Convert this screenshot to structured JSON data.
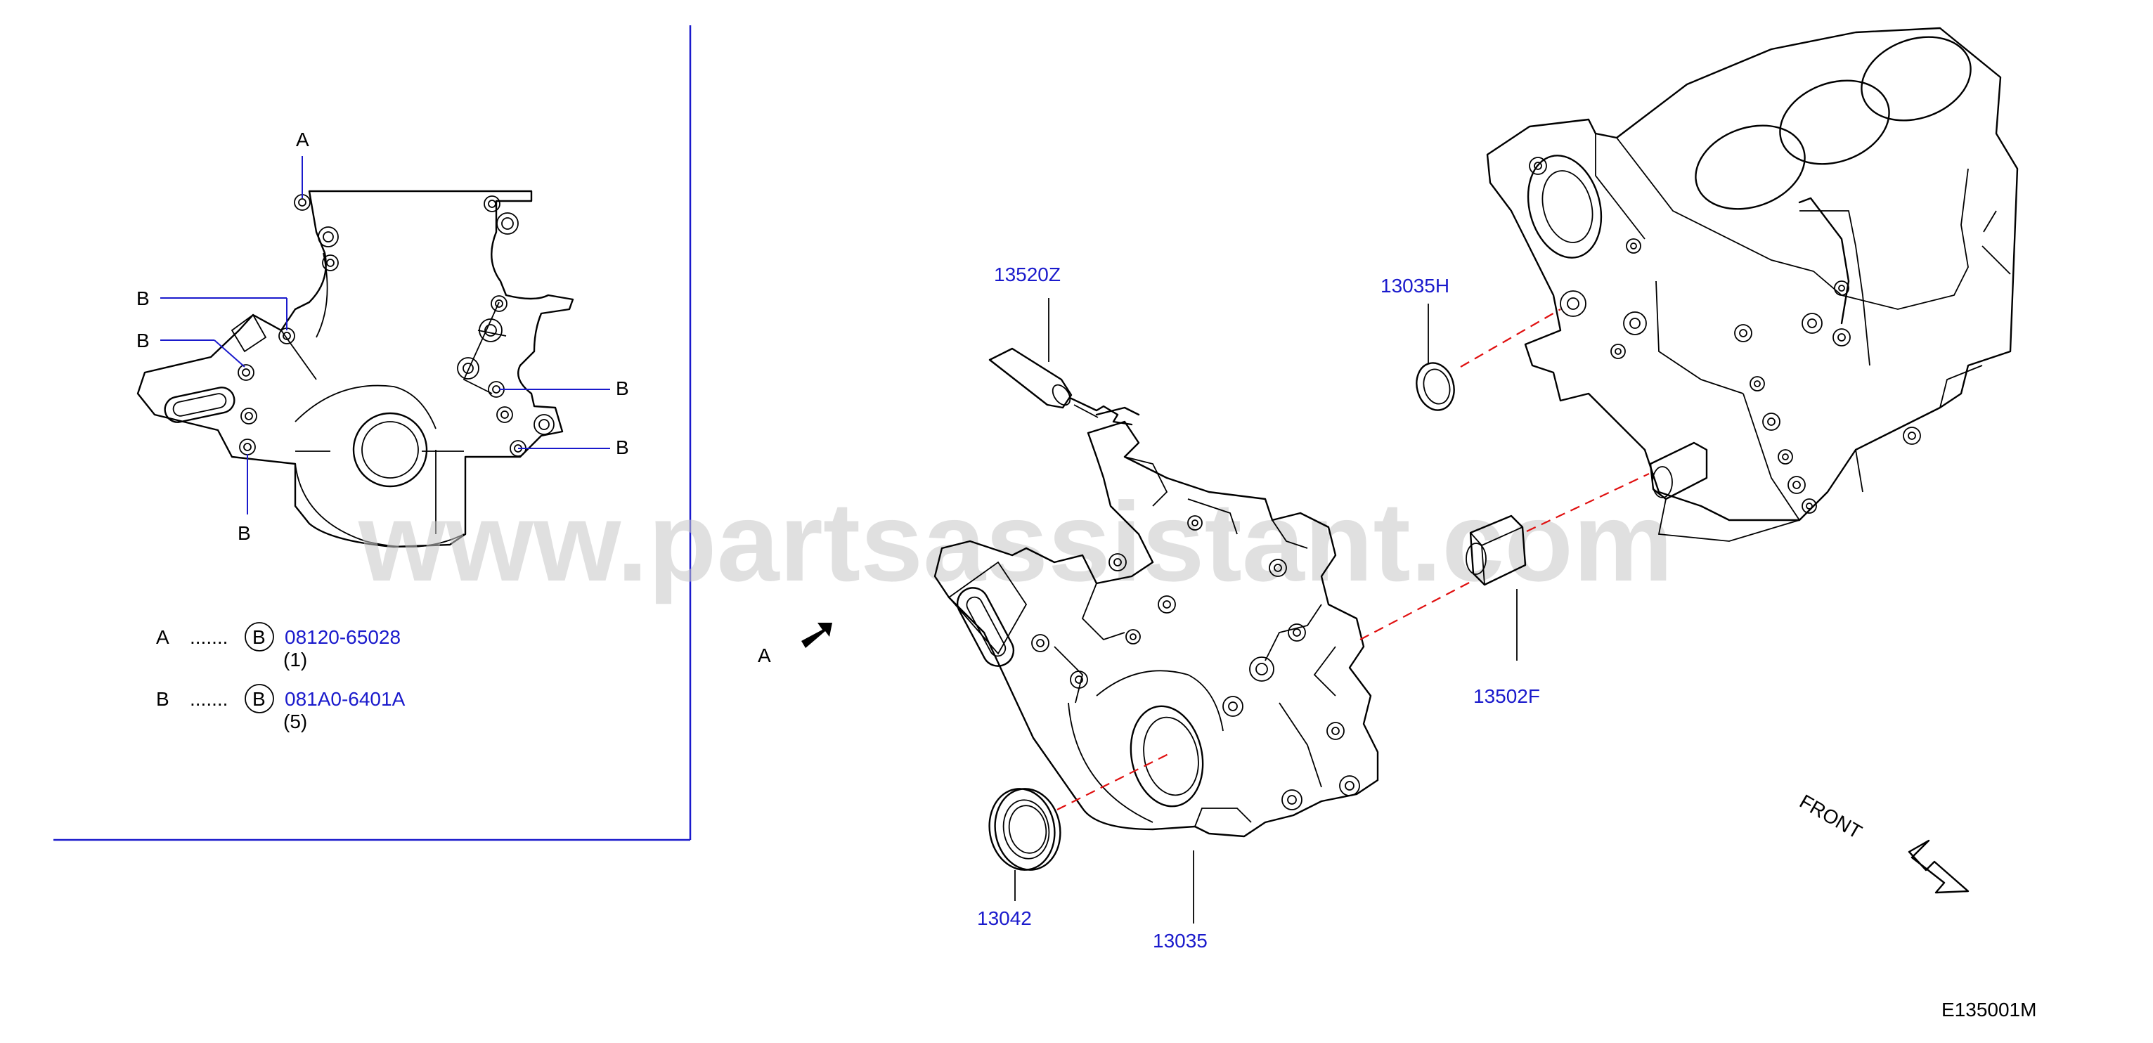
{
  "watermark": "www.partsassistant.com",
  "diagram_code": "E135001M",
  "front_label": "FRONT",
  "view_label": "A",
  "callouts": {
    "oil_pump_assy": "13520Z",
    "gasket_h": "13035H",
    "front_cover": "13035",
    "oil_seal": "13042",
    "bushing": "13502F"
  },
  "detail_view": {
    "letter_a": "A",
    "letter_b": "B",
    "legend": [
      {
        "letter": "A",
        "dots": ".......",
        "circle": "B",
        "part": "08120-65028",
        "qty": "(1)"
      },
      {
        "letter": "B",
        "dots": ".......",
        "circle": "B",
        "part": "081A0-6401A",
        "qty": "(5)"
      }
    ]
  },
  "colors": {
    "link": "#1a1acc",
    "leader_dash": "#e01010",
    "frame": "#1a1acc"
  }
}
